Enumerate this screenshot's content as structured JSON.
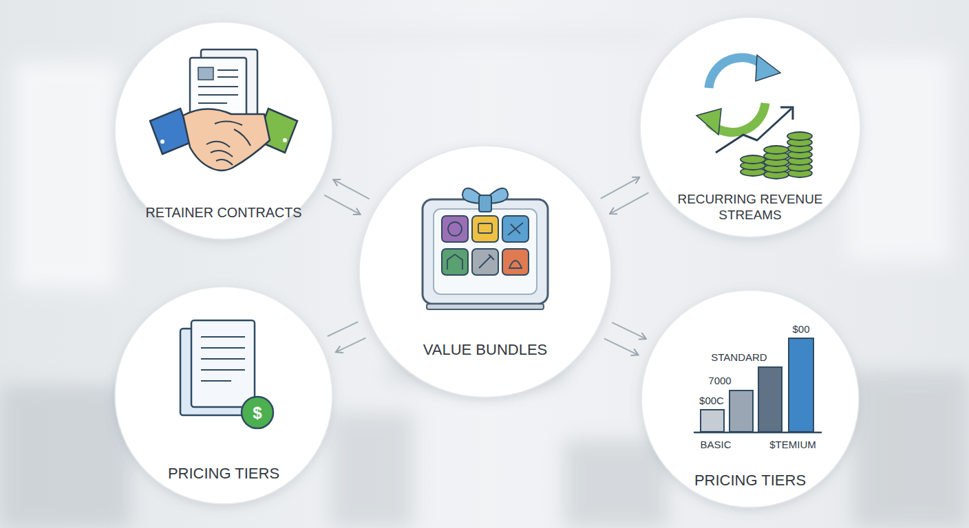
{
  "diagram": {
    "nodes": [
      {
        "text": [
          "RETAINER CONTRACTS"
        ]
      },
      {
        "text": [
          "RECURRING REVENUE STREAMS"
        ]
      },
      {
        "text": [
          "VALUE BUNDLES"
        ]
      },
      {
        "text": [
          "PRICING TIERS"
        ]
      },
      {
        "text": [
          "PRICING TIERS"
        ]
      }
    ],
    "edges": [
      {
        "from": 2,
        "to": 0,
        "arrow": "to"
      },
      {
        "from": 0,
        "to": 2,
        "arrow": "to"
      },
      {
        "from": 1,
        "to": 2,
        "arrow": "to"
      },
      {
        "from": 2,
        "to": 1,
        "arrow": "to"
      },
      {
        "from": 2,
        "to": 3,
        "arrow": "to"
      },
      {
        "from": 3,
        "to": 2,
        "arrow": "none"
      },
      {
        "from": 2,
        "to": 4,
        "arrow": "to"
      },
      {
        "from": 2,
        "to": 4,
        "arrow": "to"
      }
    ],
    "labels": [
      "$",
      "$00",
      "STANDARD",
      "7000",
      "$00C",
      "BASIC",
      "$TEMIUM"
    ]
  }
}
